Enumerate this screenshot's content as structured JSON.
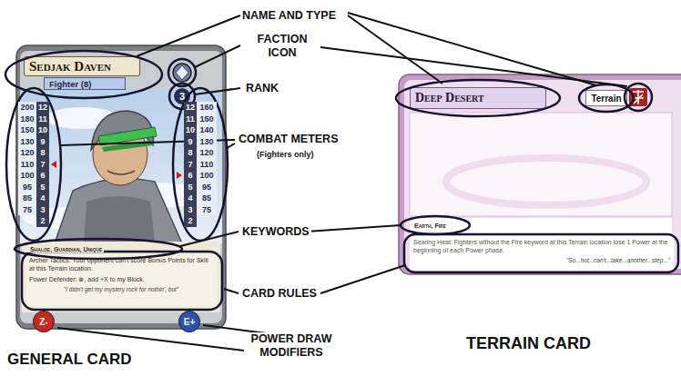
{
  "diagram": {
    "nodes": [
      {
        "text": [
          "GENERAL CARD"
        ]
      },
      {
        "text": [
          "Sedjak Daven"
        ],
        "in": 0
      },
      {
        "text": [
          "Fighter (8)"
        ],
        "in": 0
      },
      {
        "text": [
          "3"
        ],
        "in": 0
      },
      {
        "text": [
          "200 180 150 130 120 110 100 95 85 75",
          "12 11 10 9 8 7 6 5 4 3 2"
        ],
        "in": 0
      },
      {
        "text": [
          "12 11 10 9 8 7 6 5 4 3 2",
          "160 150 140 130 120 110 100 95 85 75"
        ],
        "in": 0
      },
      {
        "text": [
          "Shaloe, Guardian, Unique"
        ],
        "in": 0
      },
      {
        "text": [
          "Archer Tactics: Your opponent can't score Bonus Points for Skill at this Terrain location.",
          "Power Defender: ⊗, add +X to my Block.",
          "\"I didn't get my mystery rock for nothin', but\""
        ],
        "in": 0
      },
      {
        "text": [
          "Z-"
        ],
        "in": 0
      },
      {
        "text": [
          "E+"
        ],
        "in": 0
      },
      {
        "text": [
          "TERRAIN CARD"
        ]
      },
      {
        "text": [
          "Deep Desert"
        ],
        "in": 10
      },
      {
        "text": [
          "Terrain"
        ],
        "in": 10
      },
      {
        "text": [
          "Earth, Fire"
        ],
        "in": 10
      },
      {
        "text": [
          "Searing Heat: Fighters without the Fire keyword at this Terrain location lose 1 Power at the beginning of each Power phase.",
          "\"So...hot...can't...take...another...step...\""
        ],
        "in": 10
      }
    ],
    "labels": [
      "NAME AND TYPE",
      "FACTION ICON",
      "RANK",
      "COMBAT METERS",
      "(Fighters only)",
      "KEYWORDS",
      "CARD RULES",
      "POWER DRAW MODIFIERS"
    ]
  }
}
